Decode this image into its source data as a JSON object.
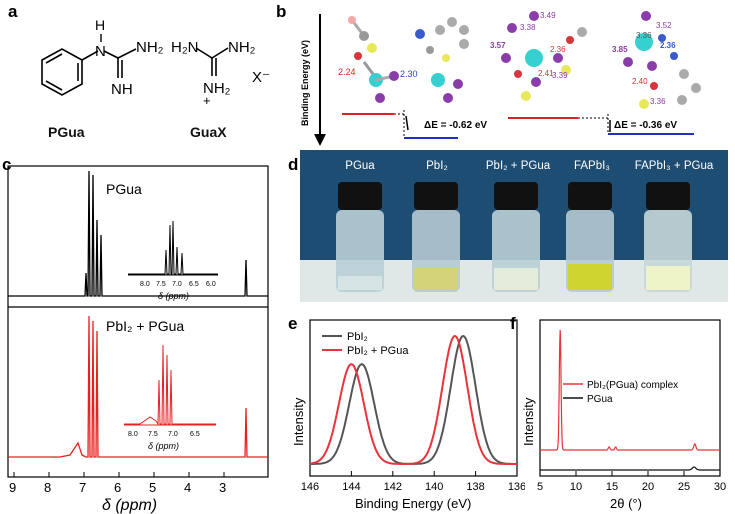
{
  "panels": {
    "a": "a",
    "b": "b",
    "c": "c",
    "d": "d",
    "e": "e",
    "f": "f"
  },
  "panel_a": {
    "molecule1": "PGua",
    "molecule2": "GuaX",
    "atoms": {
      "H": "H",
      "N": "N",
      "NH2": "NH₂",
      "NH": "NH",
      "X": "X⁻",
      "plus": "+"
    }
  },
  "panel_b": {
    "y_axis_label": "Binding Energy (eV)",
    "bond1": "2.24",
    "bond2": "2.30",
    "de1": "ΔE = -0.62 eV",
    "de2": "ΔE = -0.36 eV",
    "s3_values": [
      "3.38",
      "3.49",
      "3.57",
      "2.36",
      "2.41",
      "3.39"
    ],
    "s4_values": [
      "3.36",
      "3.52",
      "2.36",
      "3.85",
      "2.40",
      "3.36"
    ]
  },
  "panel_c": {
    "trace1_label": "PGua",
    "trace2_label": "PbI₂ + PGua",
    "x_axis_label": "δ (ppm)",
    "x_ticks": [
      "9",
      "8",
      "7",
      "6",
      "5",
      "4",
      "3"
    ],
    "inset1_ticks": [
      "8.0",
      "7.5",
      "7.0",
      "6.5",
      "6.0"
    ],
    "inset2_ticks": [
      "8.0",
      "7.5",
      "7.0",
      "6.5"
    ],
    "inset_xlabel": "δ (ppm)"
  },
  "panel_d": {
    "vials": [
      "PGua",
      "PbI₂",
      "PbI₂ + PGua",
      "FAPbI₃",
      "FAPbI₃ + PGua"
    ]
  },
  "chart_data": [
    {
      "type": "line",
      "panel": "e",
      "xlabel": "Binding Energy (eV)",
      "ylabel": "Intensity",
      "xlim": [
        146,
        136
      ],
      "x_ticks": [
        146,
        144,
        142,
        140,
        138,
        136
      ],
      "series": [
        {
          "name": "PbI₂",
          "color": "#555555",
          "peaks": [
            143.5,
            138.6
          ]
        },
        {
          "name": "PbI₂ + PGua",
          "color": "#e8333a",
          "peaks": [
            144.0,
            139.0
          ]
        }
      ]
    },
    {
      "type": "line",
      "panel": "f",
      "xlabel": "2θ (°)",
      "ylabel": "Intensity",
      "xlim": [
        5,
        30
      ],
      "x_ticks": [
        5,
        10,
        15,
        20,
        25,
        30
      ],
      "series": [
        {
          "name": "PbI₂(PGua) complex",
          "color": "#e8333a",
          "peaks": [
            7.8,
            14.6,
            15.5,
            26.5
          ]
        },
        {
          "name": "PGua",
          "color": "#111111",
          "peaks": [
            26.4
          ]
        }
      ]
    }
  ]
}
